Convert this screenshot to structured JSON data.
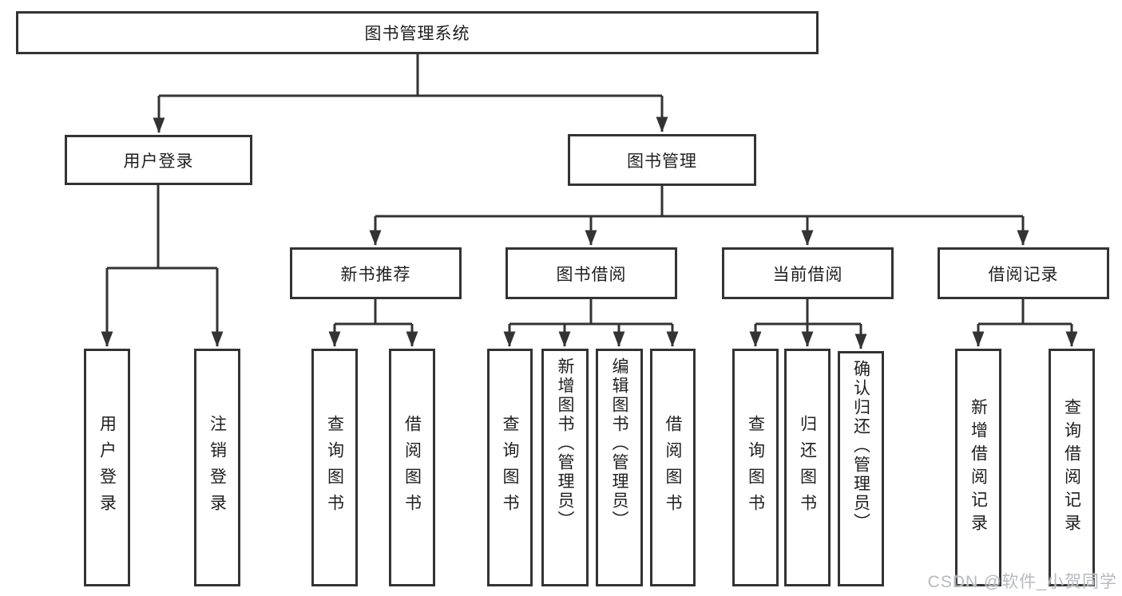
{
  "diagram_title": "图书管理系统",
  "nodes": {
    "root": "图书管理系统",
    "user_login": "用户登录",
    "book_mgmt": "图书管理",
    "new_book_rec": "新书推荐",
    "book_borrow": "图书借阅",
    "current_borrow": "当前借阅",
    "borrow_record": "借阅记录",
    "leaf_user_login": "用户登录",
    "leaf_logout": "注销登录",
    "leaf_query_book_a": "查询图书",
    "leaf_borrow_book_a": "借阅图书",
    "leaf_query_book_b": "查询图书",
    "leaf_add_book": "新增图书（管理员）",
    "leaf_edit_book": "编辑图书（管理员）",
    "leaf_borrow_book_b": "借阅图书",
    "leaf_query_book_c": "查询图书",
    "leaf_return_book": "归还图书",
    "leaf_confirm_return": "确认归还（管理员）",
    "leaf_add_record": "新增借阅记录",
    "leaf_query_record": "查询借阅记录"
  },
  "hierarchy": {
    "图书管理系统": {
      "用户登录": [
        "用户登录",
        "注销登录"
      ],
      "图书管理": {
        "新书推荐": [
          "查询图书",
          "借阅图书"
        ],
        "图书借阅": [
          "查询图书",
          "新增图书（管理员）",
          "编辑图书（管理员）",
          "借阅图书"
        ],
        "当前借阅": [
          "查询图书",
          "归还图书",
          "确认归还（管理员）"
        ],
        "借阅记录": [
          "新增借阅记录",
          "查询借阅记录"
        ]
      }
    }
  },
  "watermark": "CSDN @软件_小贺同学",
  "colors": {
    "line": "#333333",
    "border": "#333333",
    "text": "#1f1f1f",
    "background": "#ffffff",
    "watermark": "#b7b9c0"
  }
}
